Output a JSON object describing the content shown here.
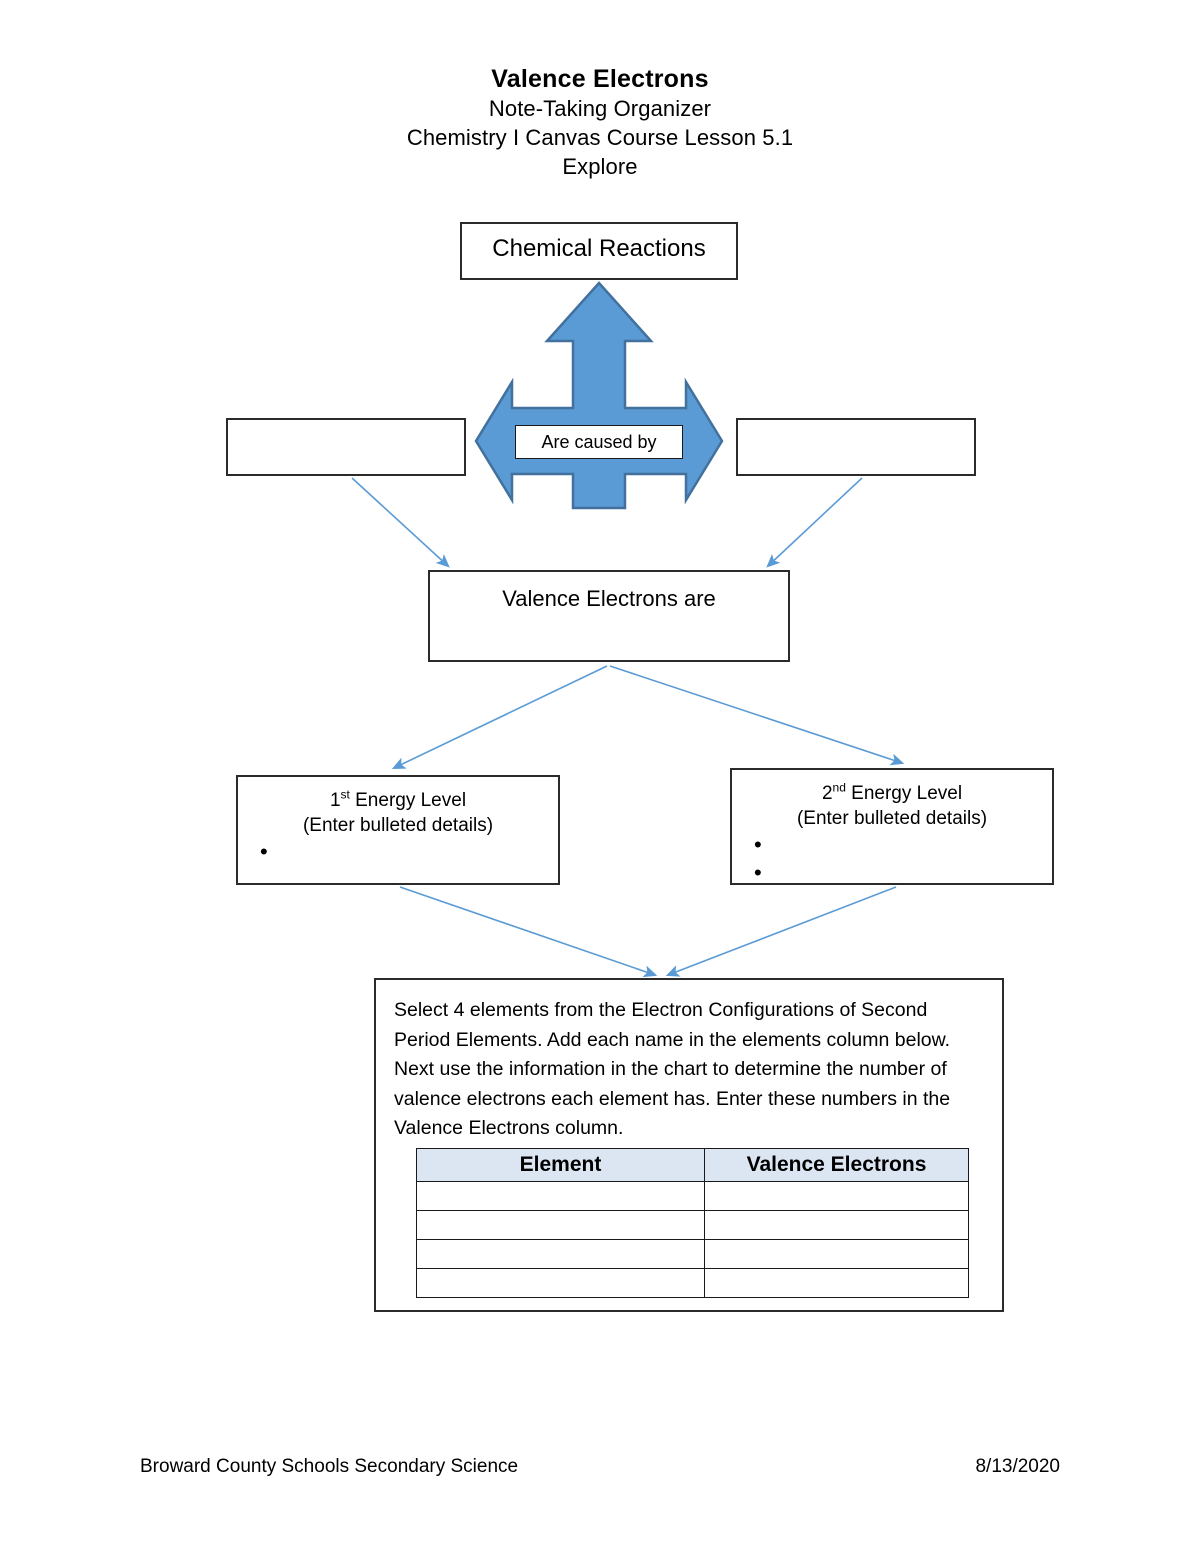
{
  "title": {
    "main": "Valence Electrons",
    "line2": "Note-Taking Organizer",
    "line3": "Chemistry I Canvas Course Lesson 5.1",
    "line4": "Explore"
  },
  "diagram": {
    "top_box": "Chemical Reactions",
    "arrow_label": "Are caused by",
    "left_box": "",
    "right_box": "",
    "middle_box": "Valence Electrons are",
    "energy_levels": [
      {
        "ordinal": "1",
        "suffix": "st",
        "title_rest": " Energy Level",
        "subtitle": "(Enter bulleted details)",
        "bullet_count": 1
      },
      {
        "ordinal": "2",
        "suffix": "nd",
        "title_rest": " Energy Level",
        "subtitle": "(Enter bulleted details)",
        "bullet_count": 2
      }
    ],
    "instructions": "Select 4 elements from the Electron Configurations of Second Period Elements. Add each name in the elements column below. Next use the information in the chart to determine the number of valence electrons each element has. Enter these numbers in the Valence Electrons column."
  },
  "table": {
    "headers": [
      "Element",
      "Valence Electrons"
    ],
    "rows": [
      [
        "",
        ""
      ],
      [
        "",
        ""
      ],
      [
        "",
        ""
      ],
      [
        "",
        ""
      ]
    ]
  },
  "footer": {
    "left": "Broward County Schools Secondary Science",
    "right": "8/13/2020"
  },
  "colors": {
    "arrow_fill": "#5b9bd5",
    "arrow_stroke": "#41719c",
    "connector": "#5b9bd5",
    "table_header_bg": "#dce6f2",
    "box_border": "#2b2b2b"
  }
}
